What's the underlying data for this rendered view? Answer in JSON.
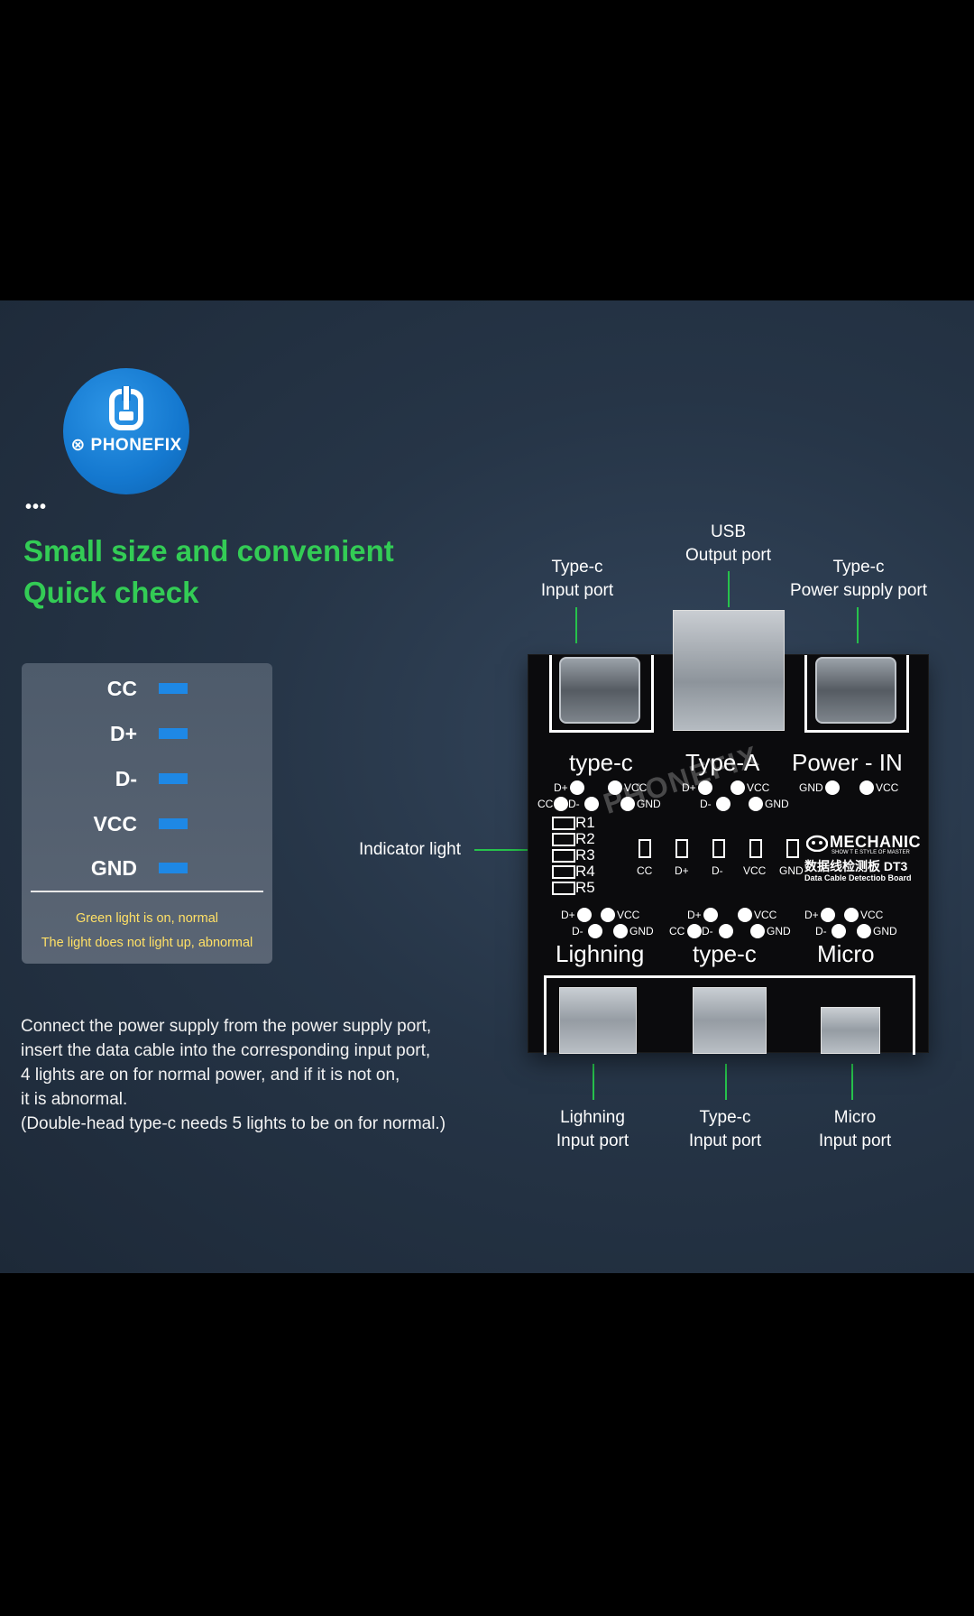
{
  "brand": {
    "name": "PHONEFIX",
    "mark": "⊗"
  },
  "headline": {
    "line1": "Small size and convenient",
    "line2": "Quick check",
    "dots": "•••"
  },
  "legend": {
    "items": [
      {
        "label": "CC"
      },
      {
        "label": "D+"
      },
      {
        "label": "D-"
      },
      {
        "label": "VCC"
      },
      {
        "label": "GND"
      }
    ],
    "note_normal": "Green light is on, normal",
    "note_abnormal": "The light does not light up, abnormal"
  },
  "description": {
    "line1": "Connect the power supply from the power supply port,",
    "line2": "insert the data cable into the corresponding input port,",
    "line3": " 4 lights are on for normal power, and if it is not on,",
    "line4": "it is abnormal.",
    "line5": "(Double-head type-c needs 5 lights to be on for normal.)"
  },
  "callouts": {
    "usb_out_1": "USB",
    "usb_out_2": "Output port",
    "typec_in_1": "Type-c",
    "typec_in_2": "Input port",
    "power_1": "Type-c",
    "power_2": "Power supply port",
    "indicator": "Indicator light",
    "lightning_1": "Lighning",
    "lightning_2": "Input port",
    "typec_b_1": "Type-c",
    "typec_b_2": "Input port",
    "micro_1": "Micro",
    "micro_2": "Input port"
  },
  "board": {
    "typec": "type-c",
    "typea": "Type-A",
    "power": "Power - IN",
    "lightning": "Lighning",
    "typec_bottom": "type-c",
    "micro": "Micro",
    "brand": "MECHANIC",
    "brand_sub": "SHOW T  E STYLE OF MASTER",
    "model_cn": "数据线检测板 DT3",
    "model_en": "Data Cable Detectiob Board",
    "watermark": "PHONEFIX",
    "pins": {
      "dp": "D+",
      "dm": "D-",
      "vcc": "VCC",
      "gnd": "GND",
      "cc": "CC"
    },
    "resistors": [
      "R1",
      "R2",
      "R3",
      "R4",
      "R5"
    ],
    "leds": [
      "CC",
      "D+",
      "D-",
      "VCC",
      "GND"
    ]
  },
  "colors": {
    "accent_green": "#33cc55",
    "indicator_blue": "#1e88e5",
    "note_yellow": "#ffe066",
    "logo_blue": "#1478cf"
  }
}
